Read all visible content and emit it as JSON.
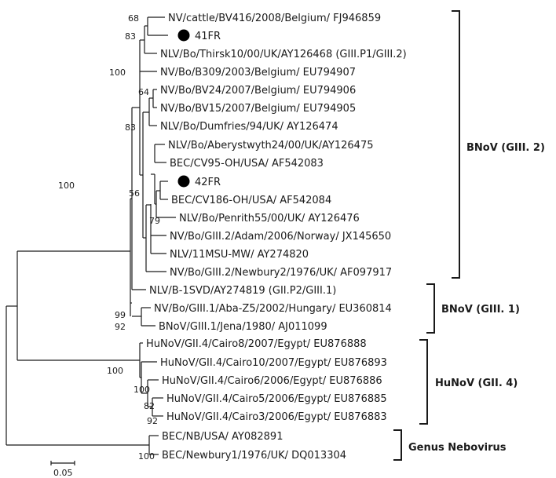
{
  "taxa": [
    "NV/cattle/BV416/2008/Belgium/ FJ946859",
    "41FR",
    "NLV/Bo/Thirsk10/00/UK/AY126468 (GIII.P1/GIII.2)",
    "NV/Bo/B309/2003/Belgium/ EU794907",
    "NV/Bo/BV24/2007/Belgium/ EU794906",
    "NV/Bo/BV15/2007/Belgium/ EU794905",
    "NLV/Bo/Dumfries/94/UK/ AY126474",
    "NLV/Bo/Aberystwyth24/00/UK/AY126475",
    "BEC/CV95-OH/USA/ AF542083",
    "42FR",
    "BEC/CV186-OH/USA/ AF542084",
    "NLV/Bo/Penrith55/00/UK/ AY126476",
    "NV/Bo/GIII.2/Adam/2006/Norway/ JX145650",
    "NLV/11MSU-MW/ AY274820",
    "NV/Bo/GIII.2/Newbury2/1976/UK/ AF097917",
    "NLV/B-1SVD/AY274819 (GII.P2/GIII.1)",
    "NV/Bo/GIII.1/Aba-Z5/2002/Hungary/ EU360814",
    "BNoV/GIII.1/Jena/1980/ AJ011099",
    "HuNoV/GII.4/Cairo8/2007/Egypt/ EU876888",
    "HuNoV/GII.4/Cairo10/2007/Egypt/ EU876893",
    "HuNoV/GII.4/Cairo6/2006/Egypt/ EU876886",
    "HuNoV/GII.4/Cairo5/2006/Egypt/ EU876885",
    "HuNoV/GII.4/Cairo3/2006/Egypt/ EU876883",
    "BEC/NB/USA/ AY082891",
    "BEC/Newbury1/1976/UK/ DQ013304"
  ],
  "bootstrap_values": [
    "68",
    "83",
    "100",
    "64",
    "83",
    "56",
    "79",
    "100",
    "99",
    "92",
    "100",
    "100",
    "82",
    "92",
    "100"
  ],
  "groups": [
    "BNoV (GIII. 2)",
    "BNoV (GIII. 1)",
    "HuNoV (GII. 4)",
    "Genus Nebovirus"
  ],
  "scale_bar_label": "0.05"
}
